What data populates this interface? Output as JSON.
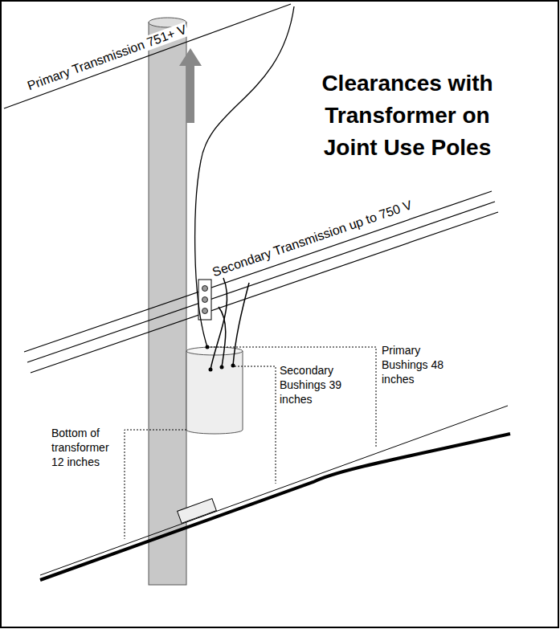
{
  "diagram": {
    "title": "Clearances with Transformer on Joint Use Poles",
    "labels": [
      "Primary Transmission 751+ V",
      "Secondary Transmission up to 750 V",
      "Primary Bushings 48 inches",
      "Secondary Bushings 39 inches",
      "Bottom of transformer 12 inches"
    ]
  }
}
